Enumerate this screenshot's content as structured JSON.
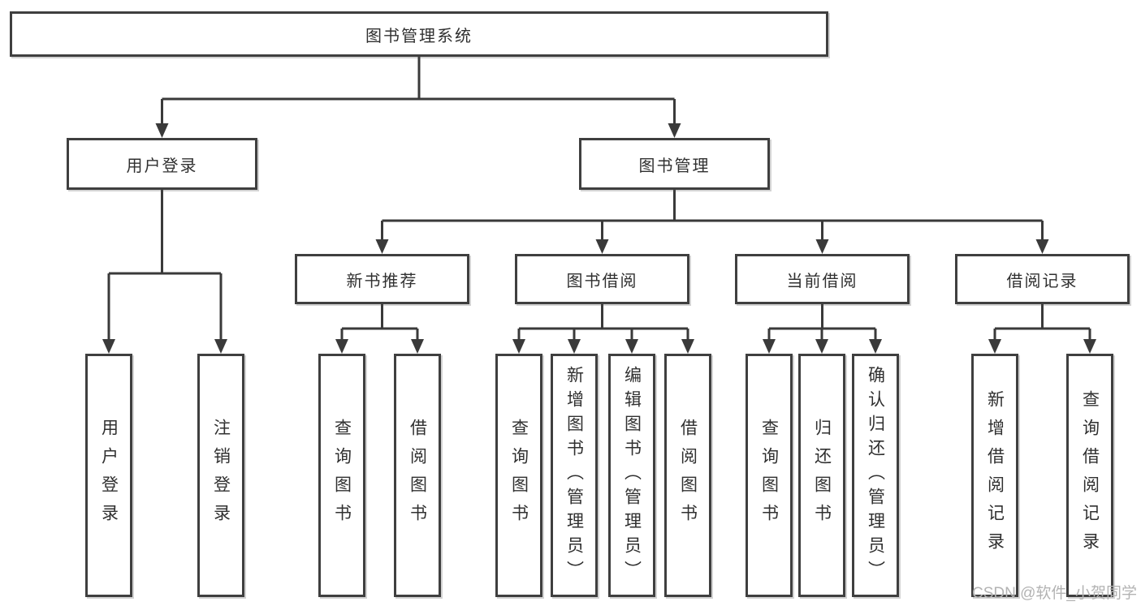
{
  "tree": {
    "label": "图书管理系统",
    "children": [
      {
        "label": "用户登录",
        "children": [
          {
            "label": "用户登录"
          },
          {
            "label": "注销登录"
          }
        ]
      },
      {
        "label": "图书管理",
        "children": [
          {
            "label": "新书推荐",
            "children": [
              {
                "label": "查询图书"
              },
              {
                "label": "借阅图书"
              }
            ]
          },
          {
            "label": "图书借阅",
            "children": [
              {
                "label": "查询图书"
              },
              {
                "label": "新增图书（管理员）"
              },
              {
                "label": "编辑图书（管理员）"
              },
              {
                "label": "借阅图书"
              }
            ]
          },
          {
            "label": "当前借阅",
            "children": [
              {
                "label": "查询图书"
              },
              {
                "label": "归还图书"
              },
              {
                "label": "确认归还（管理员）"
              }
            ]
          },
          {
            "label": "借阅记录",
            "children": [
              {
                "label": "新增借阅记录"
              },
              {
                "label": "查询借阅记录"
              }
            ]
          }
        ]
      }
    ]
  },
  "watermark": "CSDN @软件_小贺同学",
  "colors": {
    "line": "#3a3a3a",
    "box_border": "#3f3f3f",
    "text": "#303030",
    "watermark": "#b3b3b3"
  }
}
